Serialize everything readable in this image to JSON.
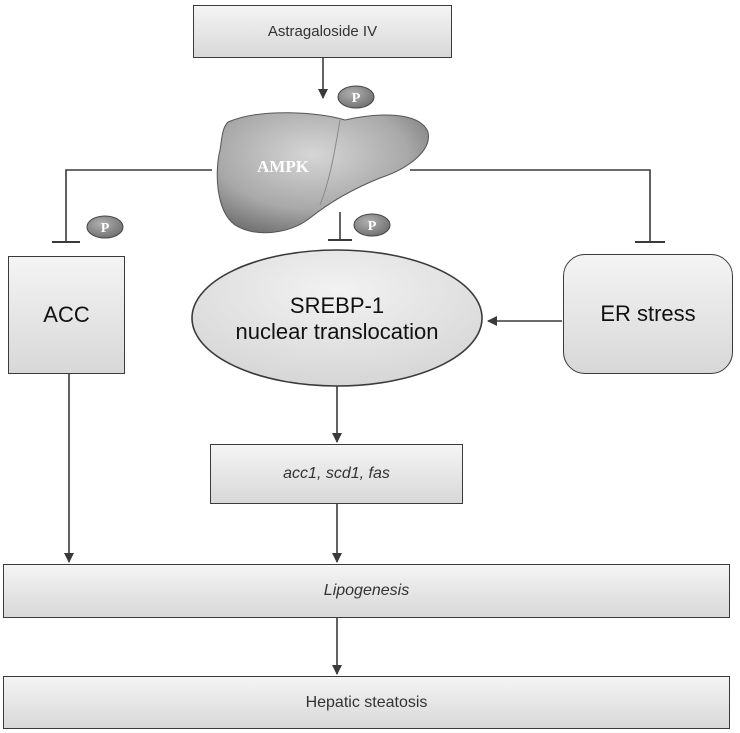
{
  "nodes": {
    "astragaloside": "Astragaloside IV",
    "ampk": "AMPK",
    "acc": "ACC",
    "srebp_line1": "SREBP-1",
    "srebp_line2": "nuclear translocation",
    "er_stress": "ER stress",
    "genes": "acc1, scd1, fas",
    "lipogenesis": "Lipogenesis",
    "steatosis": "Hepatic steatosis"
  },
  "phospho_badge": "P",
  "colors": {
    "box_top": "#f4f4f4",
    "box_bottom": "#d8d8d8",
    "liver_light": "#c9c9c9",
    "liver_dark": "#6e6e6e",
    "line": "#3a3a3a",
    "badge": "#8a8a8a"
  }
}
